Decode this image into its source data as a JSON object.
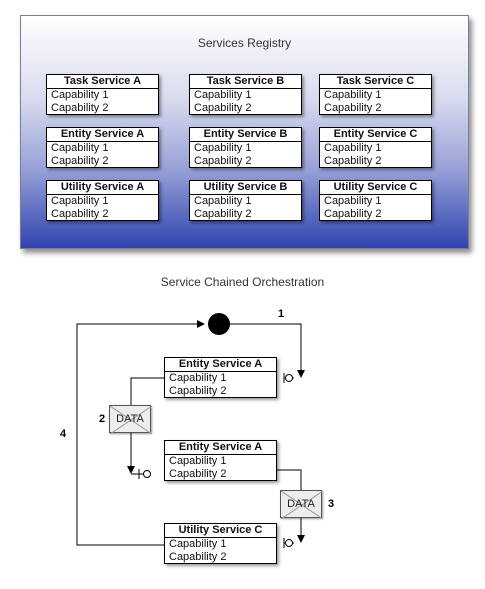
{
  "registry": {
    "title": "Services Registry",
    "services": [
      {
        "name": "Task Service A",
        "capabilities": [
          "Capability 1",
          "Capability 2"
        ]
      },
      {
        "name": "Task Service B",
        "capabilities": [
          "Capability 1",
          "Capability 2"
        ]
      },
      {
        "name": "Task Service C",
        "capabilities": [
          "Capability 1",
          "Capability 2"
        ]
      },
      {
        "name": "Entity Service A",
        "capabilities": [
          "Capability 1",
          "Capability 2"
        ]
      },
      {
        "name": "Entity Service B",
        "capabilities": [
          "Capability 1",
          "Capability 2"
        ]
      },
      {
        "name": "Entity Service C",
        "capabilities": [
          "Capability 1",
          "Capability 2"
        ]
      },
      {
        "name": "Utility Service A",
        "capabilities": [
          "Capability 1",
          "Capability 2"
        ]
      },
      {
        "name": "Utility Service B",
        "capabilities": [
          "Capability 1",
          "Capability 2"
        ]
      },
      {
        "name": "Utility Service C",
        "capabilities": [
          "Capability 1",
          "Capability 2"
        ]
      }
    ]
  },
  "orchestration": {
    "title": "Service Chained Orchestration",
    "services": [
      {
        "name": "Entity Service A",
        "capabilities": [
          "Capability 1",
          "Capability 2"
        ]
      },
      {
        "name": "Entity Service A",
        "capabilities": [
          "Capability 1",
          "Capability 2"
        ]
      },
      {
        "name": "Utility Service C",
        "capabilities": [
          "Capability 1",
          "Capability 2"
        ]
      }
    ],
    "data_label": "DATA",
    "steps": [
      "1",
      "2",
      "3",
      "4"
    ]
  }
}
